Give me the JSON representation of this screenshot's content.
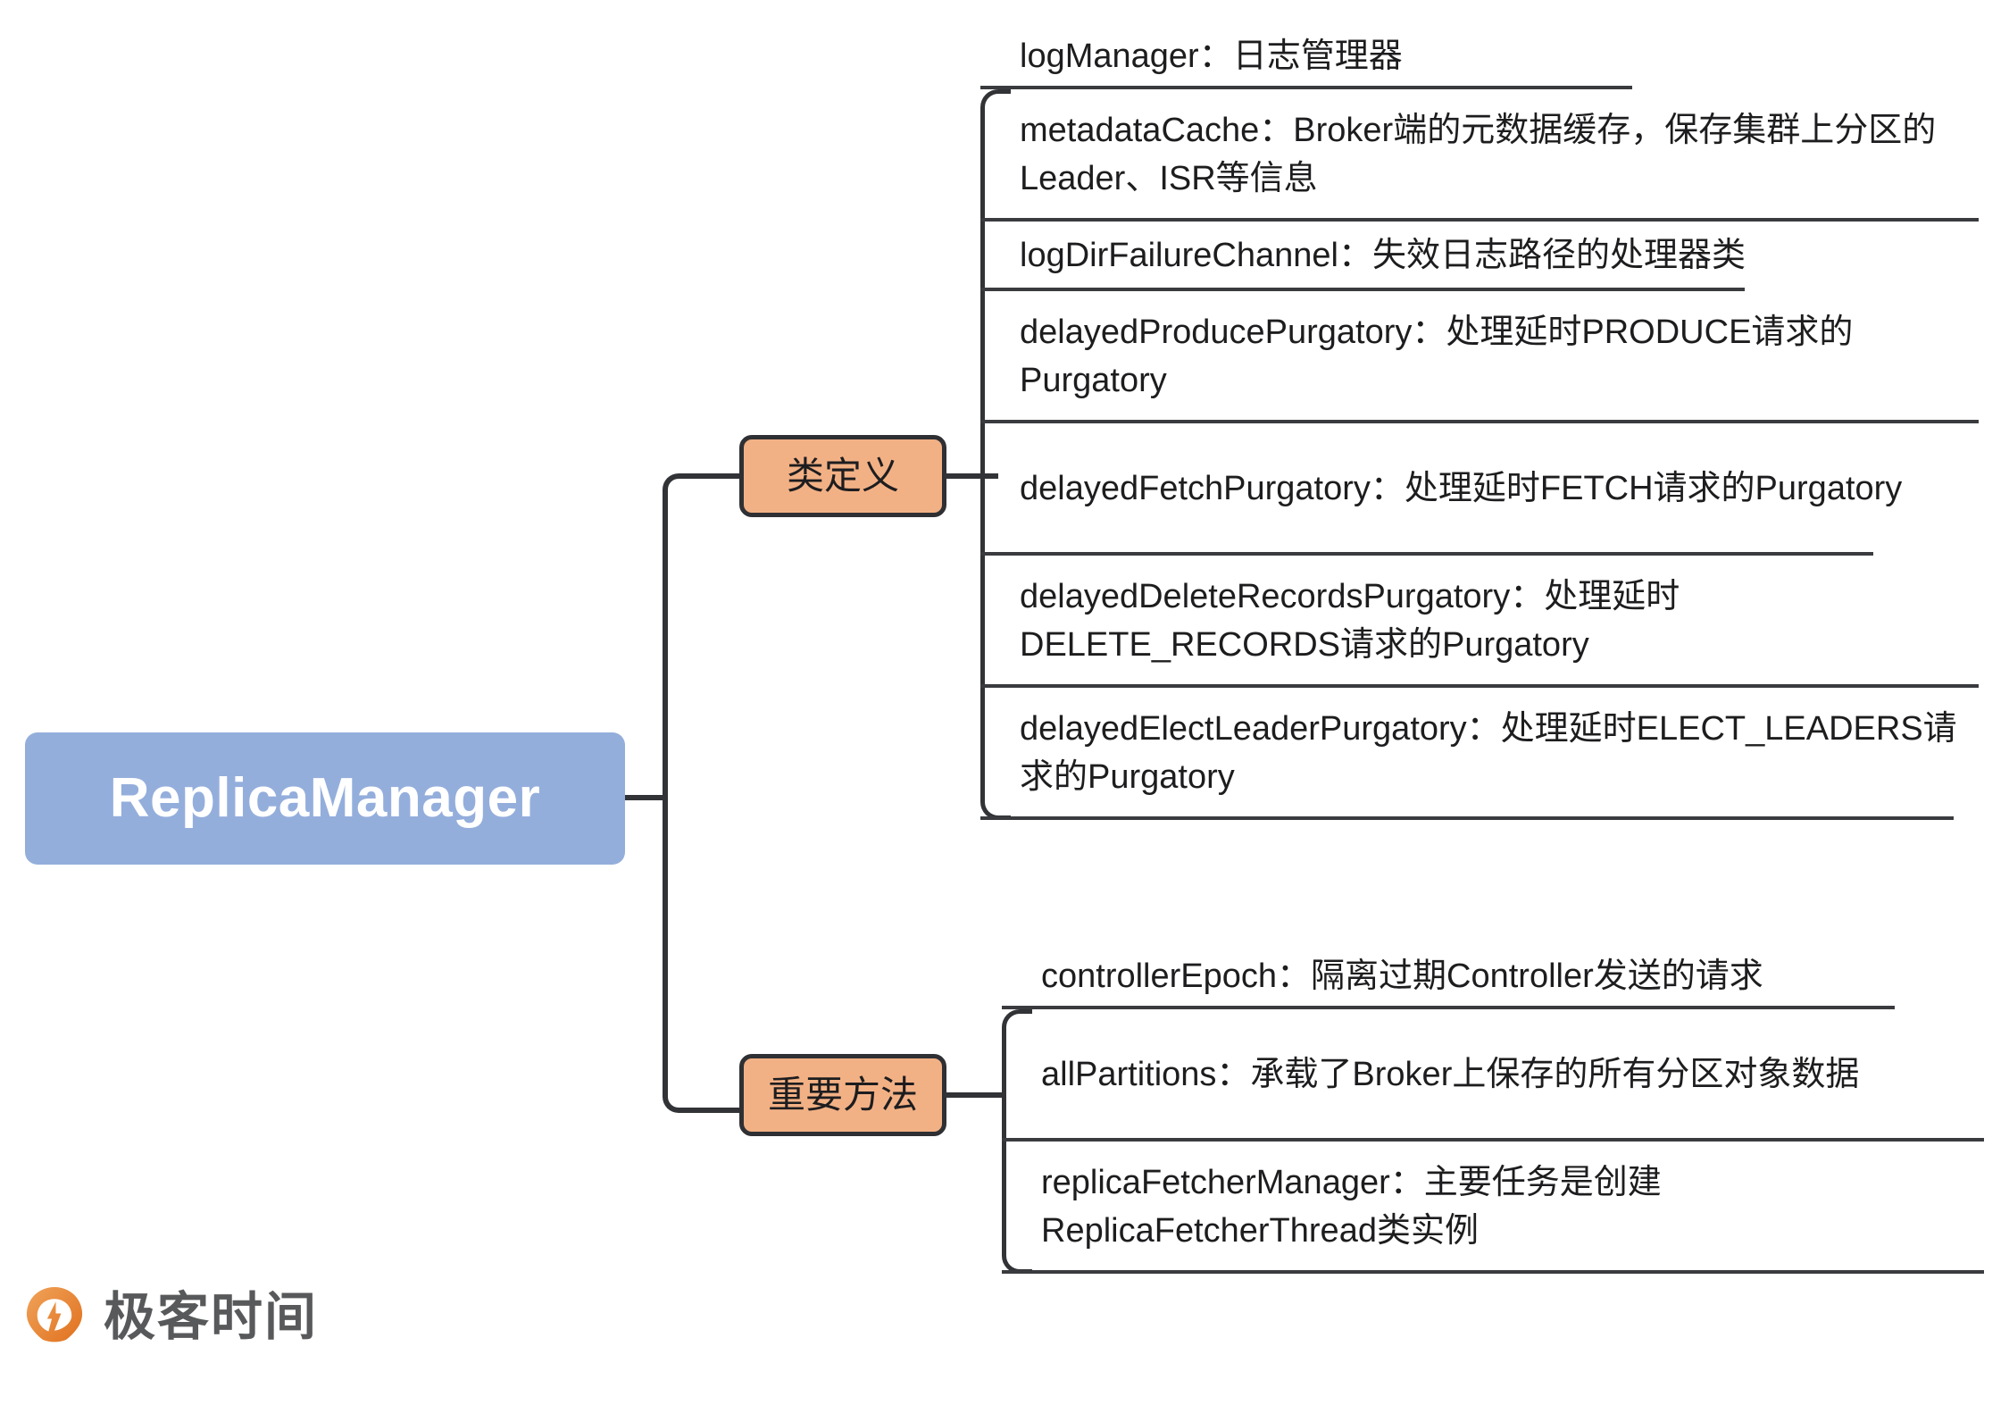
{
  "diagram": {
    "type": "mindmap",
    "root": {
      "label": "ReplicaManager",
      "color": "#94AEDC",
      "text_color": "#FFFFFF"
    },
    "branch_color": "#F2B185",
    "branch_border_color": "#2F3033",
    "line_color": "#323336",
    "branches": [
      {
        "label": "类定义",
        "leaves": [
          "logManager：日志管理器",
          "metadataCache：Broker端的元数据缓存，保存集群上分区的Leader、ISR等信息",
          "logDirFailureChannel：失效日志路径的处理器类",
          "delayedProducePurgatory：处理延时PRODUCE请求的Purgatory",
          "delayedFetchPurgatory：处理延时FETCH请求的Purgatory",
          "delayedDeleteRecordsPurgatory：处理延时DELETE_RECORDS请求的Purgatory",
          "delayedElectLeaderPurgatory：处理延时ELECT_LEADERS请求的Purgatory"
        ]
      },
      {
        "label": "重要方法",
        "leaves": [
          "controllerEpoch：隔离过期Controller发送的请求",
          "allPartitions：承载了Broker上保存的所有分区对象数据",
          "replicaFetcherManager：主要任务是创建ReplicaFetcherThread类实例"
        ]
      }
    ]
  },
  "logo": {
    "text": "极客时间",
    "mark_color_light": "#EE9A4E",
    "mark_color_dark": "#E0701E",
    "text_color": "#58595B"
  }
}
